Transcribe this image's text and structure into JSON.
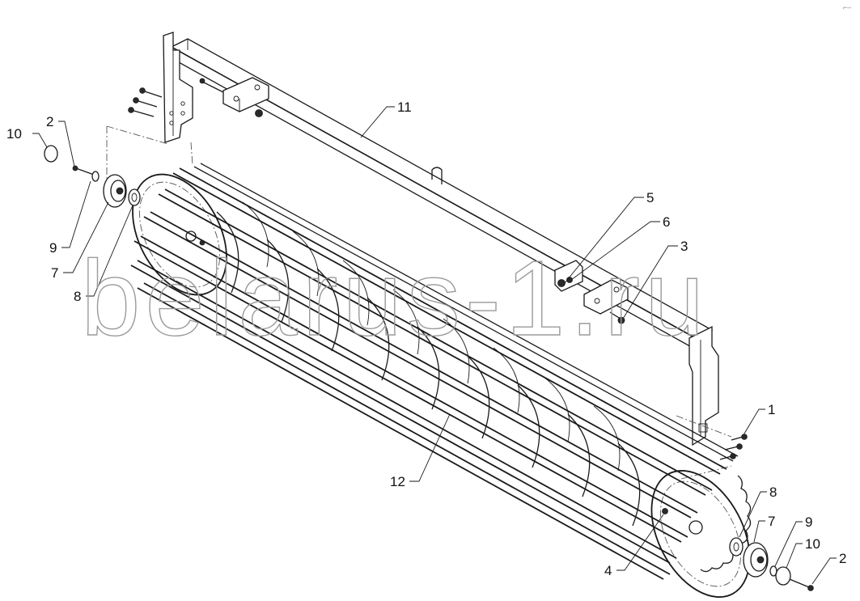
{
  "watermark": "belarus-1.ru",
  "corner_mark": "⌐–",
  "callouts": [
    {
      "id": "c-10-left",
      "label": "10"
    },
    {
      "id": "c-2-left",
      "label": "2"
    },
    {
      "id": "c-9-left",
      "label": "9"
    },
    {
      "id": "c-7-left",
      "label": "7"
    },
    {
      "id": "c-8-left",
      "label": "8"
    },
    {
      "id": "c-11",
      "label": "11"
    },
    {
      "id": "c-5",
      "label": "5"
    },
    {
      "id": "c-6",
      "label": "6"
    },
    {
      "id": "c-3",
      "label": "3"
    },
    {
      "id": "c-1",
      "label": "1"
    },
    {
      "id": "c-12",
      "label": "12"
    },
    {
      "id": "c-8-right",
      "label": "8"
    },
    {
      "id": "c-7-right",
      "label": "7"
    },
    {
      "id": "c-9-right",
      "label": "9"
    },
    {
      "id": "c-10-right",
      "label": "10"
    },
    {
      "id": "c-2-right",
      "label": "2"
    },
    {
      "id": "c-4",
      "label": "4"
    }
  ]
}
